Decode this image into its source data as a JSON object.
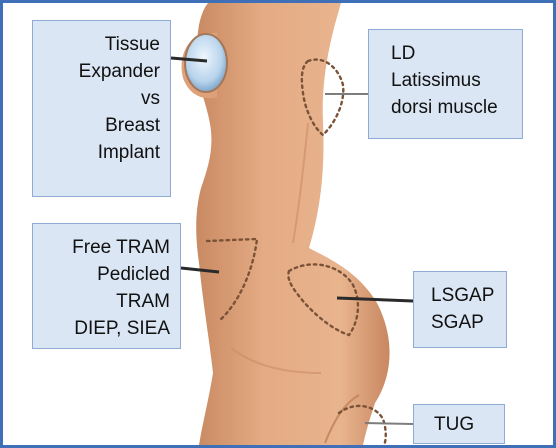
{
  "colors": {
    "frame_border": "#3f6fb6",
    "label_fill": "#dbe6f4",
    "label_border": "#8eabd6",
    "skin": "#e0a47c",
    "leader_line": "#2a2a2a",
    "donor_outline": "#7a5238",
    "implant": "#b9d4ec"
  },
  "labels": {
    "tissue_expander": [
      "Tissue",
      "Expander",
      "vs",
      "Breast",
      "Implant"
    ],
    "latissimus": [
      "LD",
      "Latissimus",
      "dorsi muscle"
    ],
    "tram": [
      "Free TRAM",
      "Pedicled",
      "TRAM",
      "DIEP, SIEA"
    ],
    "gap": [
      "LSGAP",
      "SGAP"
    ],
    "tug": [
      "TUG"
    ]
  }
}
